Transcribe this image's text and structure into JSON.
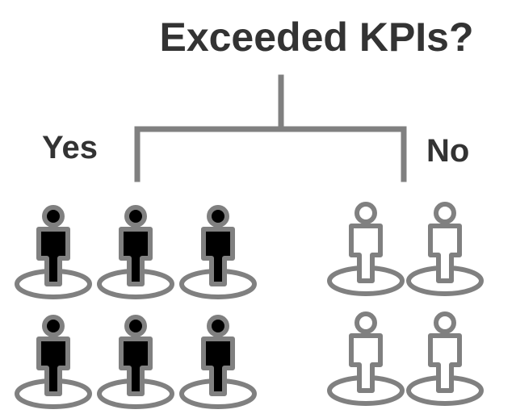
{
  "question": "Exceeded KPIs?",
  "branches": {
    "yes": {
      "label": "Yes",
      "count": 6,
      "icon": "person-filled-icon",
      "fill_color": "#000000",
      "stroke_color": "#808080"
    },
    "no": {
      "label": "No",
      "count": 4,
      "icon": "person-outline-icon",
      "fill_color": "#ffffff",
      "stroke_color": "#808080"
    }
  },
  "colors": {
    "text": "#333333",
    "line": "#808080"
  }
}
